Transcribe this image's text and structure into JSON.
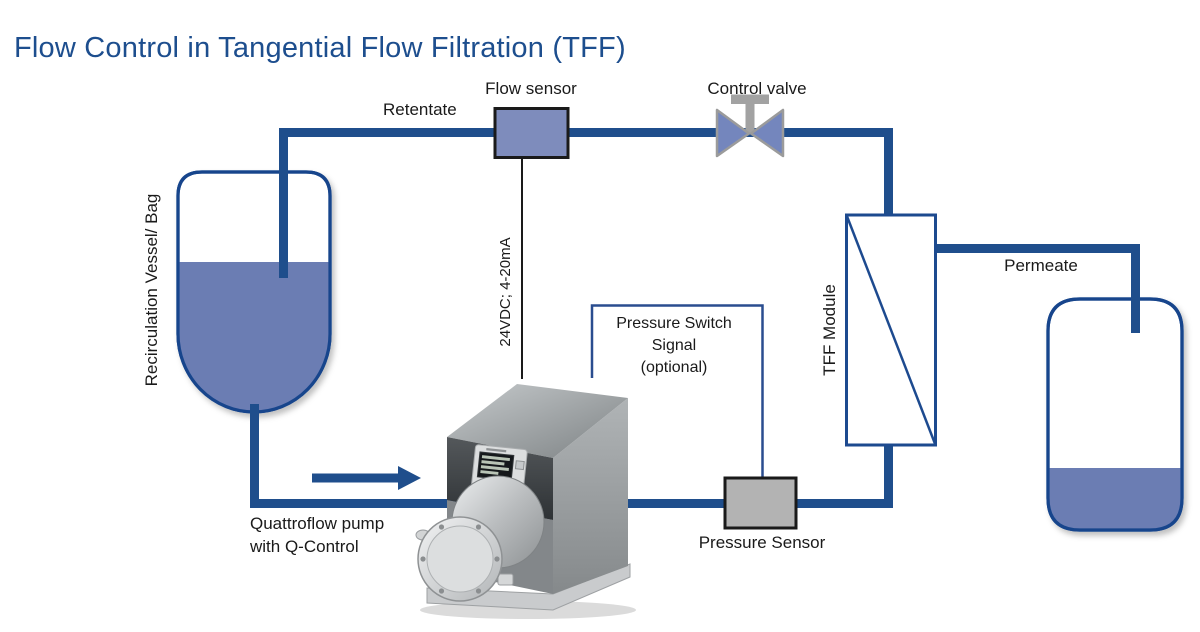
{
  "title": "Flow Control in Tangential Flow Filtration (TFF)",
  "diagram": {
    "labels": {
      "retentate": "Retentate",
      "flow_sensor": "Flow sensor",
      "control_valve": "Control valve",
      "recirculation_vessel": "Recirculation Vessel/ Bag",
      "flow_sensor_signal": "24VDC; 4-20mA",
      "pressure_switch_signal": {
        "line1": "Pressure Switch",
        "line2": "Signal",
        "line3": "(optional)"
      },
      "tff_module": "TFF Module",
      "permeate": "Permeate",
      "pump": {
        "line1": "Quattroflow pump",
        "line2": "with Q-Control"
      },
      "pressure_sensor": "Pressure Sensor"
    },
    "colors": {
      "pipe": "#1f4e8c",
      "title_text": "#1d4e8e",
      "vessel_outline": "#17458c",
      "liquid": "#6b7db3",
      "flow_sensor_fill": "#7e8cbc",
      "valve_fill": "#7486bd",
      "valve_stem": "#a2a2a2",
      "pressure_sensor_fill": "#b3b3b3",
      "signal_wire": "#2a4d8f",
      "label_text": "#1a1a1a"
    }
  }
}
